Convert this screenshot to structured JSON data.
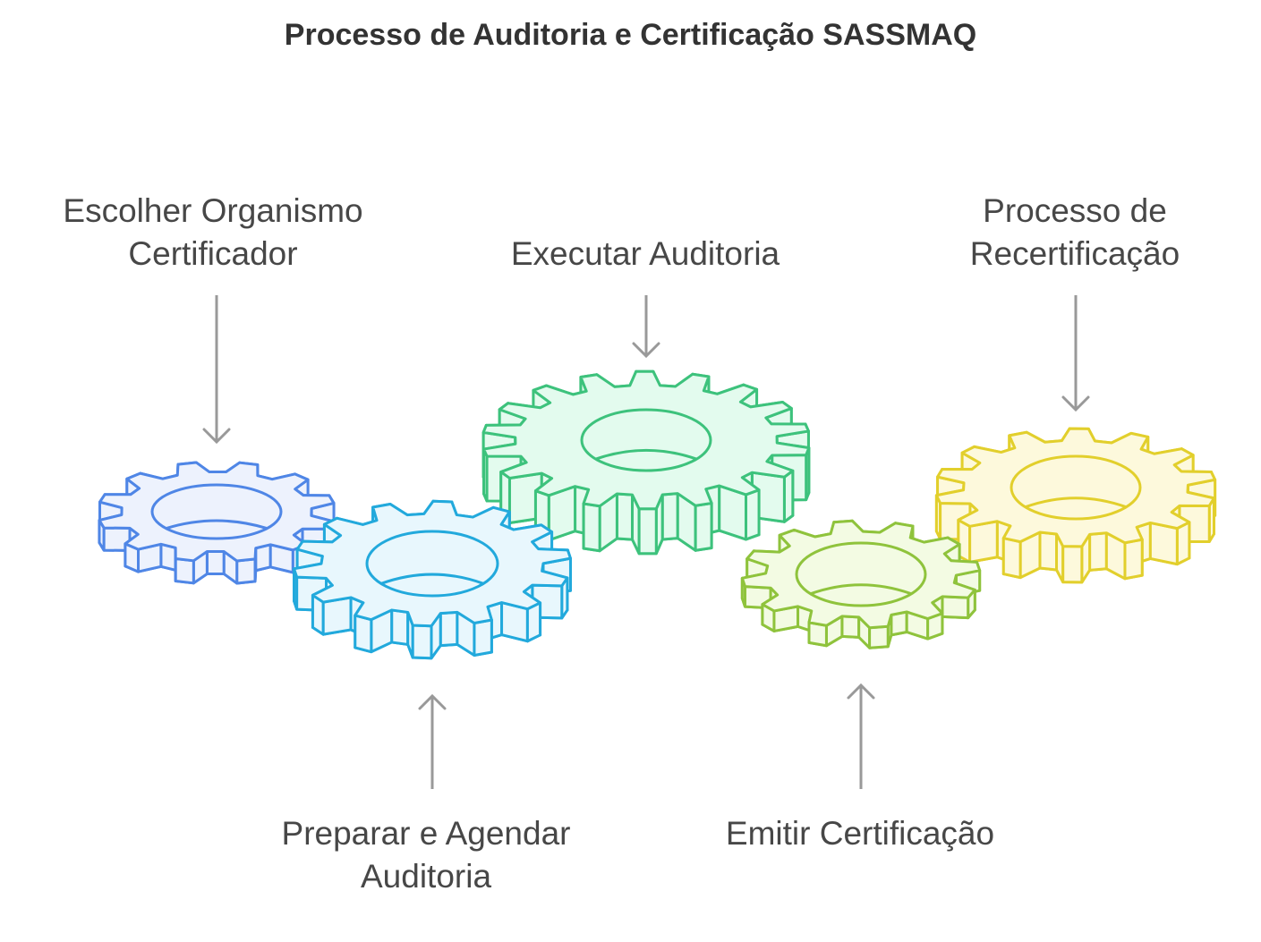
{
  "title": "Processo de Auditoria e Certificação SASSMAQ",
  "steps": [
    {
      "label": "Escolher Organismo Certificador",
      "line1": "Escolher Organismo",
      "line2": "Certificador",
      "stroke": "#4f86e6",
      "fill": "#edf2fd"
    },
    {
      "label": "Preparar e Agendar Auditoria",
      "line1": "Preparar e Agendar",
      "line2": "Auditoria",
      "stroke": "#22a9dc",
      "fill": "#e8f7fd"
    },
    {
      "label": "Executar Auditoria",
      "line1": "Executar Auditoria",
      "line2": "",
      "stroke": "#3dc27c",
      "fill": "#e3fbee"
    },
    {
      "label": "Emitir Certificação",
      "line1": "Emitir Certificação",
      "line2": "",
      "stroke": "#8fc33c",
      "fill": "#f3fbe3"
    },
    {
      "label": "Processo de Recertificação",
      "line1": "Processo de",
      "line2": "Recertificação",
      "stroke": "#e2cf2c",
      "fill": "#fdf9dc"
    }
  ],
  "arrow_color": "#999999"
}
